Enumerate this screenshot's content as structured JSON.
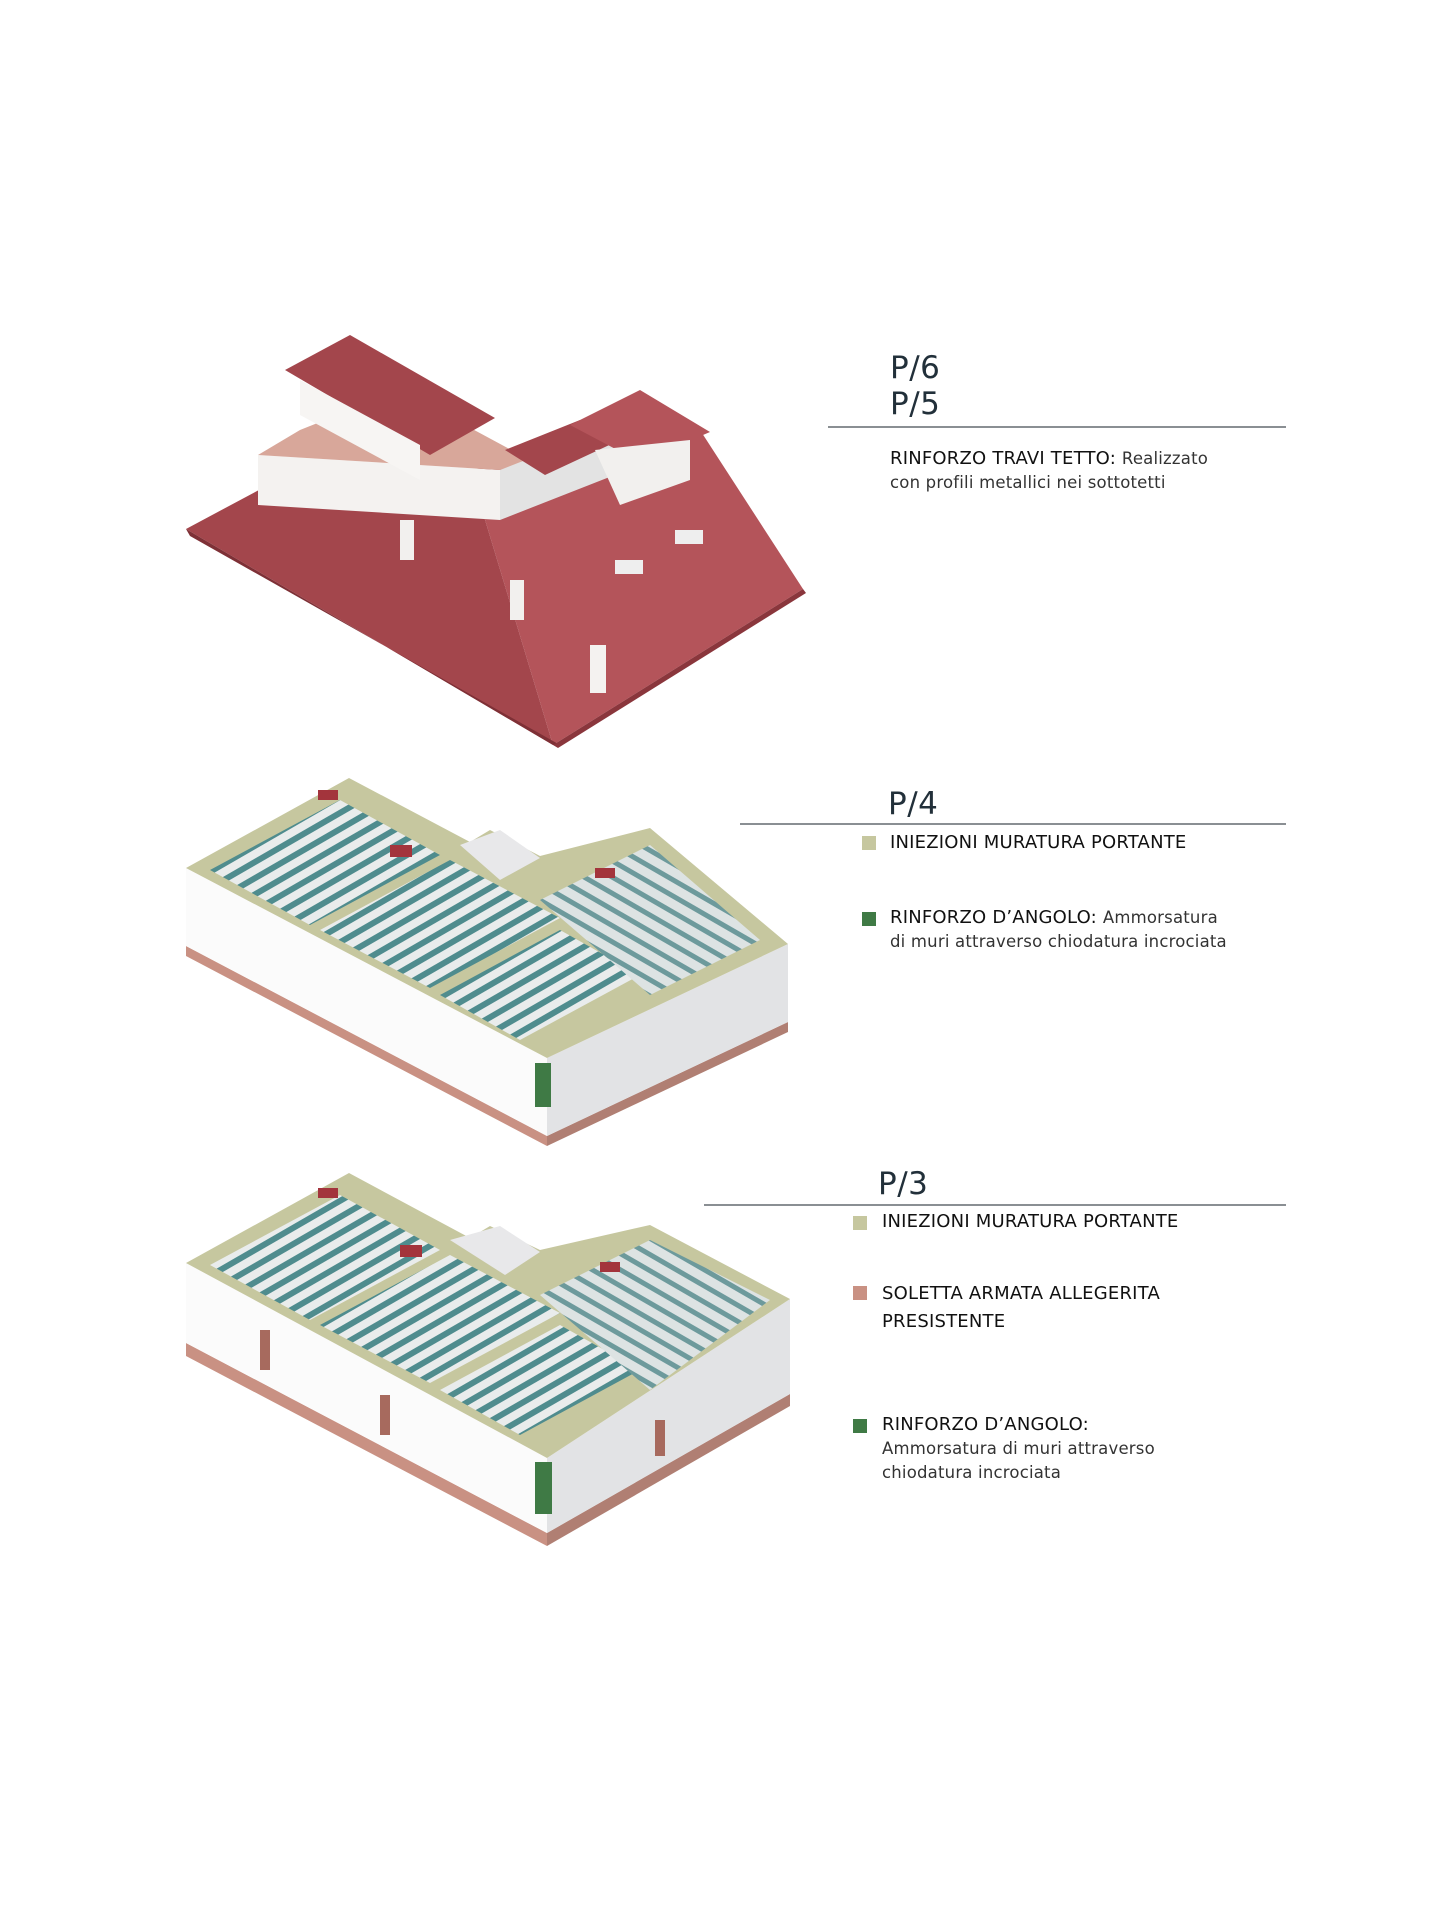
{
  "sections": [
    {
      "levels": [
        "P/6",
        "P/5"
      ],
      "items": [
        {
          "title": "RINFORZO TRAVI TETTO:",
          "text_line1": "Realizzato",
          "text_line2": "con profili metallici nei sottotetti"
        }
      ]
    },
    {
      "levels": [
        "P/4"
      ],
      "items": [
        {
          "title": "INIEZIONI MURATURA PORTANTE",
          "color": "#c6c79f"
        },
        {
          "title": "RINFORZO D’ANGOLO:",
          "text_line1": "Ammorsatura",
          "text_line2": "di muri attraverso chiodatura incrociata",
          "color": "#3f7a45"
        }
      ]
    },
    {
      "levels": [
        "P/3"
      ],
      "items": [
        {
          "title": "INIEZIONI MURATURA PORTANTE",
          "color": "#c6c79f"
        },
        {
          "title": "SOLETTA ARMATA ALLEGERITA",
          "title_line2": "PRESISTENTE",
          "color": "#c99183"
        },
        {
          "title": "RINFORZO D’ANGOLO:",
          "text_line1": "Ammorsatura di muri attraverso",
          "text_line2": "chiodatura incrociata",
          "color": "#3f7a45"
        }
      ]
    }
  ]
}
